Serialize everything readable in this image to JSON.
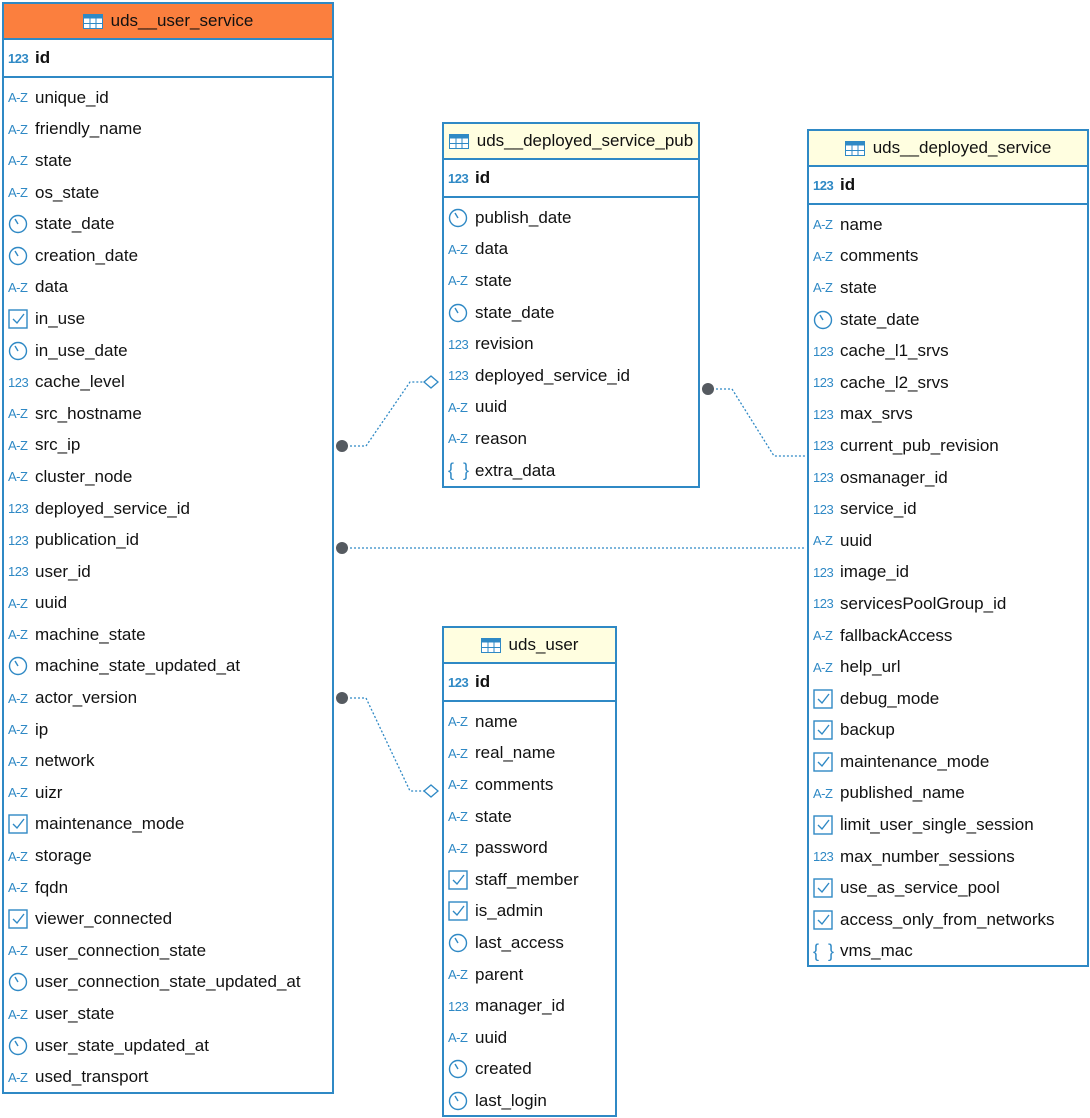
{
  "icons": {
    "string": "A-Z",
    "number": "123",
    "json": "{ }",
    "datetime": "clock-icon",
    "boolean": "checkbox-icon",
    "table": "table-icon"
  },
  "colors": {
    "border": "#2f89c5",
    "selected_header": "#fb7f3e",
    "header": "#fffee0",
    "link": "#2f89c5",
    "endpoint": "#555a60"
  },
  "entities": [
    {
      "id": "uds-user-service",
      "title": "uds__user_service",
      "selected": true,
      "pk": "id",
      "columns": [
        {
          "name": "unique_id",
          "type": "string"
        },
        {
          "name": "friendly_name",
          "type": "string"
        },
        {
          "name": "state",
          "type": "string"
        },
        {
          "name": "os_state",
          "type": "string"
        },
        {
          "name": "state_date",
          "type": "datetime"
        },
        {
          "name": "creation_date",
          "type": "datetime"
        },
        {
          "name": "data",
          "type": "string"
        },
        {
          "name": "in_use",
          "type": "boolean"
        },
        {
          "name": "in_use_date",
          "type": "datetime"
        },
        {
          "name": "cache_level",
          "type": "number"
        },
        {
          "name": "src_hostname",
          "type": "string"
        },
        {
          "name": "src_ip",
          "type": "string"
        },
        {
          "name": "cluster_node",
          "type": "string"
        },
        {
          "name": "deployed_service_id",
          "type": "number"
        },
        {
          "name": "publication_id",
          "type": "number"
        },
        {
          "name": "user_id",
          "type": "number"
        },
        {
          "name": "uuid",
          "type": "string"
        },
        {
          "name": "machine_state",
          "type": "string"
        },
        {
          "name": "machine_state_updated_at",
          "type": "datetime"
        },
        {
          "name": "actor_version",
          "type": "string"
        },
        {
          "name": "ip",
          "type": "string"
        },
        {
          "name": "network",
          "type": "string"
        },
        {
          "name": "uizr",
          "type": "string"
        },
        {
          "name": "maintenance_mode",
          "type": "boolean"
        },
        {
          "name": "storage",
          "type": "string"
        },
        {
          "name": "fqdn",
          "type": "string"
        },
        {
          "name": "viewer_connected",
          "type": "boolean"
        },
        {
          "name": "user_connection_state",
          "type": "string"
        },
        {
          "name": "user_connection_state_updated_at",
          "type": "datetime"
        },
        {
          "name": "user_state",
          "type": "string"
        },
        {
          "name": "user_state_updated_at",
          "type": "datetime"
        },
        {
          "name": "used_transport",
          "type": "string"
        }
      ]
    },
    {
      "id": "uds-deployed-service-pub",
      "title": "uds__deployed_service_pub",
      "selected": false,
      "pk": "id",
      "columns": [
        {
          "name": "publish_date",
          "type": "datetime"
        },
        {
          "name": "data",
          "type": "string"
        },
        {
          "name": "state",
          "type": "string"
        },
        {
          "name": "state_date",
          "type": "datetime"
        },
        {
          "name": "revision",
          "type": "number"
        },
        {
          "name": "deployed_service_id",
          "type": "number"
        },
        {
          "name": "uuid",
          "type": "string"
        },
        {
          "name": "reason",
          "type": "string"
        },
        {
          "name": "extra_data",
          "type": "json"
        }
      ]
    },
    {
      "id": "uds-deployed-service",
      "title": "uds__deployed_service",
      "selected": false,
      "pk": "id",
      "columns": [
        {
          "name": "name",
          "type": "string"
        },
        {
          "name": "comments",
          "type": "string"
        },
        {
          "name": "state",
          "type": "string"
        },
        {
          "name": "state_date",
          "type": "datetime"
        },
        {
          "name": "cache_l1_srvs",
          "type": "number"
        },
        {
          "name": "cache_l2_srvs",
          "type": "number"
        },
        {
          "name": "max_srvs",
          "type": "number"
        },
        {
          "name": "current_pub_revision",
          "type": "number"
        },
        {
          "name": "osmanager_id",
          "type": "number"
        },
        {
          "name": "service_id",
          "type": "number"
        },
        {
          "name": "uuid",
          "type": "string"
        },
        {
          "name": "image_id",
          "type": "number"
        },
        {
          "name": "servicesPoolGroup_id",
          "type": "number"
        },
        {
          "name": "fallbackAccess",
          "type": "string"
        },
        {
          "name": "help_url",
          "type": "string"
        },
        {
          "name": "debug_mode",
          "type": "boolean"
        },
        {
          "name": "backup",
          "type": "boolean"
        },
        {
          "name": "maintenance_mode",
          "type": "boolean"
        },
        {
          "name": "published_name",
          "type": "string"
        },
        {
          "name": "limit_user_single_session",
          "type": "boolean"
        },
        {
          "name": "max_number_sessions",
          "type": "number"
        },
        {
          "name": "use_as_service_pool",
          "type": "boolean"
        },
        {
          "name": "access_only_from_networks",
          "type": "boolean"
        },
        {
          "name": "vms_mac",
          "type": "json"
        }
      ]
    },
    {
      "id": "uds-user",
      "title": "uds_user",
      "selected": false,
      "pk": "id",
      "columns": [
        {
          "name": "name",
          "type": "string"
        },
        {
          "name": "real_name",
          "type": "string"
        },
        {
          "name": "comments",
          "type": "string"
        },
        {
          "name": "state",
          "type": "string"
        },
        {
          "name": "password",
          "type": "string"
        },
        {
          "name": "staff_member",
          "type": "boolean"
        },
        {
          "name": "is_admin",
          "type": "boolean"
        },
        {
          "name": "last_access",
          "type": "datetime"
        },
        {
          "name": "parent",
          "type": "string"
        },
        {
          "name": "manager_id",
          "type": "number"
        },
        {
          "name": "uuid",
          "type": "string"
        },
        {
          "name": "created",
          "type": "datetime"
        },
        {
          "name": "last_login",
          "type": "datetime"
        }
      ]
    }
  ],
  "relationships": [
    {
      "from": "uds__user_service.src_ip",
      "to": "uds__deployed_service_pub"
    },
    {
      "from": "uds__deployed_service_pub.deployed_service_id",
      "to": "uds__deployed_service"
    },
    {
      "from": "uds__user_service.publication_id",
      "to": "uds__deployed_service"
    },
    {
      "from": "uds__user_service.actor_version",
      "to": "uds_user"
    }
  ]
}
